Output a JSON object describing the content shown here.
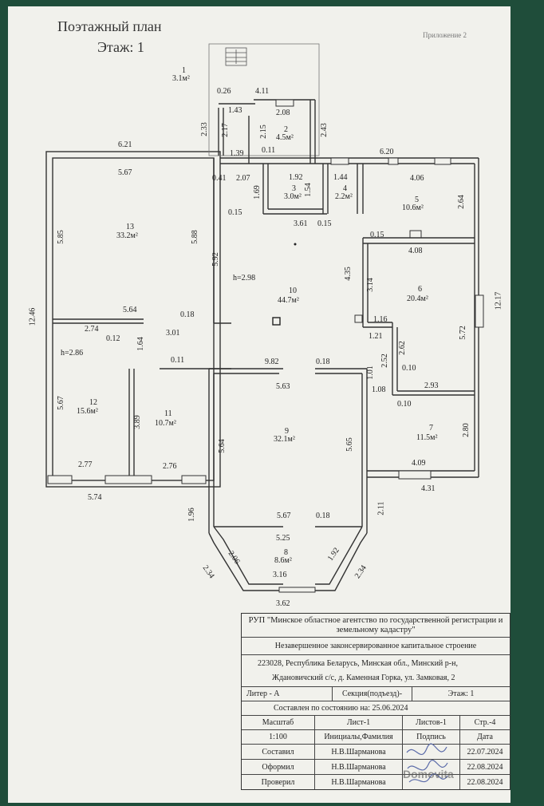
{
  "header": {
    "title_line1": "Поэтажный план",
    "title_line2": "Этаж: 1",
    "appendix": "Приложение 2"
  },
  "rooms": [
    {
      "no": "1",
      "area": "3.1м²"
    },
    {
      "no": "2",
      "area": "4.5м²"
    },
    {
      "no": "3",
      "area": "3.0м²"
    },
    {
      "no": "4",
      "area": "2.2м²"
    },
    {
      "no": "5",
      "area": "10.6м²"
    },
    {
      "no": "6",
      "area": "20.4м²"
    },
    {
      "no": "7",
      "area": "11.5м²"
    },
    {
      "no": "8",
      "area": "8.6м²"
    },
    {
      "no": "9",
      "area": "32.1м²"
    },
    {
      "no": "10",
      "area": "44.7м²"
    },
    {
      "no": "11",
      "area": "10.7м²"
    },
    {
      "no": "12",
      "area": "15.6м²"
    },
    {
      "no": "13",
      "area": "33.2м²"
    }
  ],
  "heights": [
    "h=2.98",
    "h=2.86"
  ],
  "dimensions": [
    "0.26",
    "4.11",
    "1.43",
    "2.08",
    "2.33",
    "2.17",
    "2.15",
    "2.43",
    "1.39",
    "0.11",
    "6.21",
    "6.20",
    "5.67",
    "0.41",
    "2.07",
    "1.92",
    "1.44",
    "4.06",
    "1.69",
    "1.54",
    "2.64",
    "0.15",
    "3.61",
    "0.15",
    "0.15",
    "5.85",
    "5.88",
    "5.92",
    "4.08",
    "4.35",
    "3.14",
    "12.46",
    "12.17",
    "5.64",
    "0.18",
    "1.16",
    "1.21",
    "2.74",
    "0.12",
    "1.64",
    "3.01",
    "5.72",
    "0.11",
    "9.82",
    "0.18",
    "1.01",
    "2.52",
    "2.62",
    "0.10",
    "5.63",
    "1.08",
    "2.93",
    "0.10",
    "5.67",
    "3.89",
    "5.64",
    "5.65",
    "2.80",
    "2.77",
    "2.76",
    "4.09",
    "5.74",
    "4.31",
    "1.96",
    "2.11",
    "5.67",
    "0.18",
    "5.25",
    "2.06",
    "1.92",
    "2.34",
    "2.34",
    "3.16",
    "3.62"
  ],
  "stamp": {
    "org": "РУП \"Минское областное агентство по государственной регистрации и земельному кадастру\"",
    "object": "Незавершенное законсервированное капитальное строение",
    "address_line1": "223028, Республика Беларусь, Минская обл., Минский р-н,",
    "address_line2": "Ждановичский с/с, д. Каменная Горка, ул. Замковая, 2",
    "liter": "Литер - А",
    "section": "Секция(подъезд)-",
    "floor": "Этаж: 1",
    "state_date": "Составлен по состоянию на: 25.06.2024",
    "scale_label": "Масштаб",
    "sheet": "Лист-1",
    "sheets": "Листов-1",
    "page": "Стр.-4",
    "scale": "1:100",
    "initials": "Инициалы,Фамилия",
    "signature": "Подпись",
    "date_label": "Дата",
    "rows": [
      {
        "role": "Составил",
        "name": "Н.В.Шарманова",
        "date": "22.07.2024"
      },
      {
        "role": "Оформил",
        "name": "Н.В.Шарманова",
        "date": "22.08.2024"
      },
      {
        "role": "Проверил",
        "name": "Н.В.Шарманова",
        "date": "22.08.2024"
      }
    ]
  },
  "watermark": "Domovita"
}
